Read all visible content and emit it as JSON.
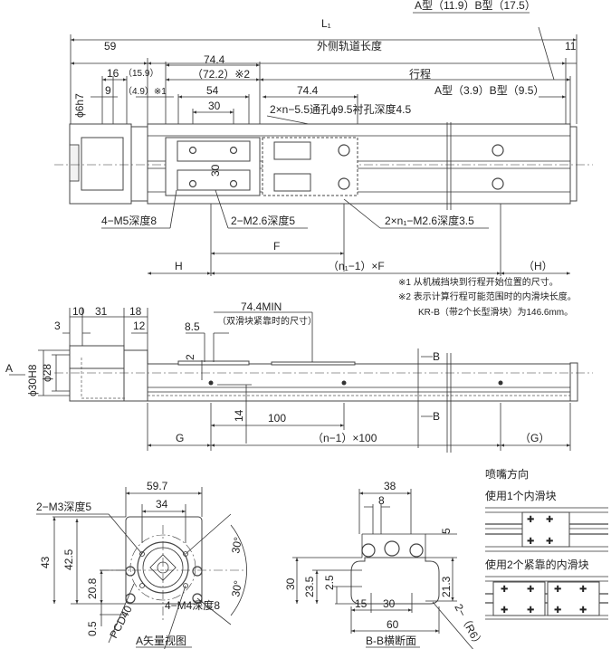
{
  "top_view": {
    "note_ab_end": "A型（11.9）B型（17.5）",
    "L1": "L₁",
    "d59": "59",
    "outer_rail_length": "外侧轨道长度",
    "d11": "11",
    "d74_4_a": "74.4",
    "d72_2": "（72.2）※2",
    "stroke": "行程",
    "d16": "16",
    "d15_9": "（15.9）",
    "d9": "9",
    "d4_9": "（4.9）※1",
    "d54": "54",
    "d74_4_b": "74.4",
    "note_ab_start": "A型（3.9）B型（9.5）",
    "d30": "30",
    "through_hole": "2×n−5.5通孔ϕ9.5衬孔深度4.5",
    "shaft": "ϕ6h7",
    "d30_v": "30",
    "m5": "4−M5深度8",
    "m2_6": "2−M2.6深度5",
    "m2_6_n1": "2×n₁−M2.6深度3.5",
    "F": "F",
    "H": "H",
    "n1F": "（n₁−1）×F",
    "H_end": "（H）"
  },
  "notes": {
    "n1": "※1  从机械挡块到行程开始位置的尺寸。",
    "n2": "※2  表示计算行程可能范围时的内滑块长度。",
    "n3": "KR-B（带2个长型滑块）为146.6mm。"
  },
  "side_view": {
    "d10": "10",
    "d31": "31",
    "d18": "18",
    "d3": "3",
    "d12": "12",
    "d74_4min": "74.4MIN",
    "min_note": "（双滑块紧靠时的尺寸）",
    "d8_5": "8.5",
    "d2": "2",
    "A": "A",
    "d30h8": "ϕ30H8",
    "d28": "ϕ28",
    "B_top": "B",
    "B_bottom": "B",
    "d14": "14",
    "d100": "100",
    "G": "G",
    "n100": "（n−1）×100",
    "G_end": "（G）"
  },
  "a_view": {
    "d59_7": "59.7",
    "d34": "34",
    "m3": "2−M3深度5",
    "d43": "43",
    "d42_5": "42.5",
    "d20_8": "20.8",
    "d0_5": "0.5",
    "pcd": "PCD40",
    "m4": "4−M4深度8",
    "a30_1": "30°",
    "a30_2": "30°",
    "title": "A矢量视图"
  },
  "bb_view": {
    "d38": "38",
    "d8": "8",
    "d5": "5",
    "d30": "30",
    "d23_5": "23.5",
    "d2_5": "2.5",
    "d21_3": "21.3",
    "d15": "15",
    "d30_b": "30",
    "d60": "60",
    "r6": "2−（R6）",
    "title": "B-B横断面"
  },
  "nozzle": {
    "title": "喷嘴方向",
    "one": "使用1个内滑块",
    "two": "使用2个紧靠的内滑块"
  }
}
